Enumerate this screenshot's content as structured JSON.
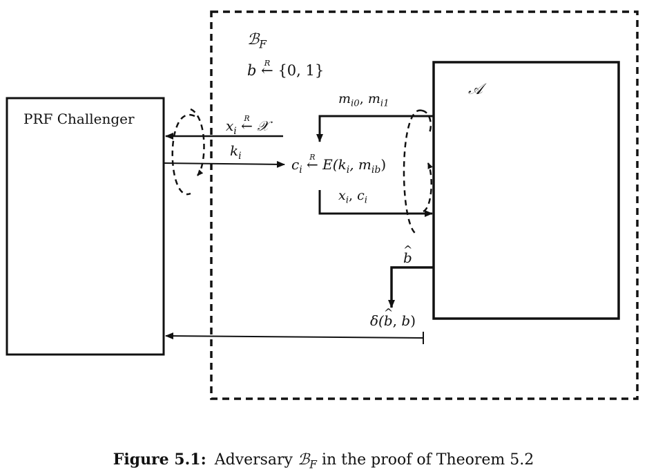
{
  "boxes": {
    "challenger_label": "PRF Challenger",
    "adversary_label": "𝒜",
    "reduction_label": "ℬ"
  },
  "labels": {
    "reduction_subscript": "F",
    "bit_sample": {
      "lhs": "b",
      "op": "←",
      "op_sup": "R",
      "rhs": "{0, 1}"
    },
    "messages": {
      "m": "m",
      "s0": "i0",
      "sep": ", ",
      "s1": "i1"
    },
    "x_sample": {
      "lhs": "x",
      "lhs_sub": "i",
      "op": "←",
      "op_sup": "R",
      "rhs": "𝒳"
    },
    "key": {
      "k": "k",
      "sub": "i"
    },
    "ciphertext": {
      "lhs": "c",
      "lhs_sub": "i",
      "op": "←",
      "op_sup": "R",
      "rhs_pre": "E(k",
      "rhs_sub1": "i",
      "rhs_mid": ", m",
      "rhs_sub2": "ib",
      "rhs_post": ")"
    },
    "pair_xc": {
      "x": "x",
      "xs": "i",
      "sep": ", ",
      "c": "c",
      "cs": "i"
    },
    "guess": "b",
    "delta": {
      "pre": "δ(",
      "b1": "b",
      "mid": ", ",
      "b2": "b",
      "post": ")"
    }
  },
  "caption": {
    "prefix": "Figure 5.1:",
    "text_before": "Adversary ",
    "symbol": "ℬ",
    "symbol_sub": "F",
    "text_after": " in the proof of Theorem 5.2"
  }
}
